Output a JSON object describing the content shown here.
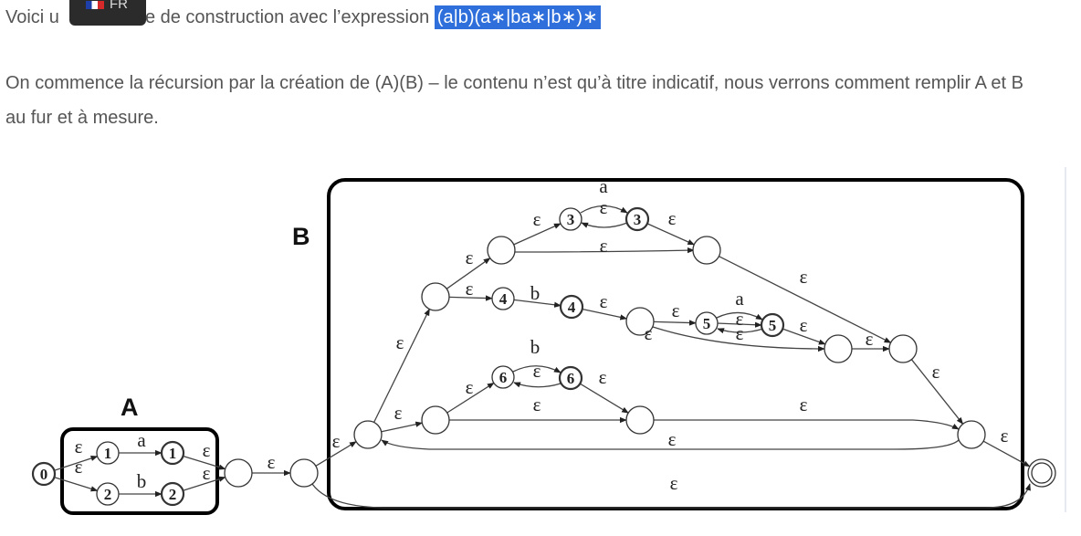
{
  "intro": {
    "before": "Voici u",
    "after": "e de construction avec l’expression ",
    "expression": "(a|b)(a∗|ba∗|b∗)∗"
  },
  "lang_badge": {
    "label": "FR",
    "flag_icon": "flag-france-icon"
  },
  "paragraph2": "On commence la récursion par la création de (A)(B) – le contenu n’est qu’à titre indicatif, nous verrons comment remplir A et B au fur et à mesure.",
  "diagram": {
    "box_labels": {
      "a": "A",
      "b": "B"
    },
    "epsilon": "ε",
    "states": [
      {
        "id": "s0",
        "label": "0",
        "bold": true
      },
      {
        "id": "A1a",
        "label": "1",
        "bold": false
      },
      {
        "id": "A1b",
        "label": "1",
        "bold": true
      },
      {
        "id": "A2a",
        "label": "2",
        "bold": false
      },
      {
        "id": "A2b",
        "label": "2",
        "bold": true
      },
      {
        "id": "J1",
        "label": ""
      },
      {
        "id": "J2",
        "label": ""
      },
      {
        "id": "Bs",
        "label": ""
      },
      {
        "id": "U",
        "label": ""
      },
      {
        "id": "V",
        "label": ""
      },
      {
        "id": "W",
        "label": ""
      },
      {
        "id": "S3a",
        "label": "3",
        "bold": false
      },
      {
        "id": "S3b",
        "label": "3",
        "bold": true
      },
      {
        "id": "X",
        "label": ""
      },
      {
        "id": "S4a",
        "label": "4",
        "bold": false
      },
      {
        "id": "S4b",
        "label": "4",
        "bold": true
      },
      {
        "id": "Y",
        "label": ""
      },
      {
        "id": "S5a",
        "label": "5",
        "bold": false
      },
      {
        "id": "S5b",
        "label": "5",
        "bold": true
      },
      {
        "id": "Z",
        "label": ""
      },
      {
        "id": "Q",
        "label": ""
      },
      {
        "id": "S6a",
        "label": "6",
        "bold": false
      },
      {
        "id": "S6b",
        "label": "6",
        "bold": true
      },
      {
        "id": "R",
        "label": ""
      },
      {
        "id": "Be",
        "label": ""
      },
      {
        "id": "F",
        "label": "",
        "final": true
      }
    ],
    "transitions": [
      {
        "from": "s0",
        "to": "A1a",
        "label": "ε"
      },
      {
        "from": "s0",
        "to": "A2a",
        "label": "ε"
      },
      {
        "from": "A1a",
        "to": "A1b",
        "label": "a"
      },
      {
        "from": "A2a",
        "to": "A2b",
        "label": "b"
      },
      {
        "from": "A1b",
        "to": "J1",
        "label": "ε"
      },
      {
        "from": "A2b",
        "to": "J1",
        "label": "ε"
      },
      {
        "from": "J1",
        "to": "J2",
        "label": "ε"
      },
      {
        "from": "J2",
        "to": "Bs",
        "label": "ε"
      },
      {
        "from": "J2",
        "to": "F",
        "label": "ε"
      },
      {
        "from": "Bs",
        "to": "U",
        "label": "ε"
      },
      {
        "from": "Bs",
        "to": "Q",
        "label": "ε"
      },
      {
        "from": "U",
        "to": "V",
        "label": "ε"
      },
      {
        "from": "U",
        "to": "S4a",
        "label": "ε"
      },
      {
        "from": "V",
        "to": "S3a",
        "label": "ε"
      },
      {
        "from": "V",
        "to": "X",
        "label": "ε"
      },
      {
        "from": "S3a",
        "to": "S3b",
        "label": "a"
      },
      {
        "from": "S3b",
        "to": "S3a",
        "label": "ε"
      },
      {
        "from": "S3b",
        "to": "X",
        "label": "ε"
      },
      {
        "from": "X",
        "to": "W",
        "label": "ε"
      },
      {
        "from": "S4a",
        "to": "S4b",
        "label": "b"
      },
      {
        "from": "S4b",
        "to": "Y",
        "label": "ε"
      },
      {
        "from": "Y",
        "to": "S5a",
        "label": "ε"
      },
      {
        "from": "Y",
        "to": "Z",
        "label": "ε"
      },
      {
        "from": "S5a",
        "to": "S5b",
        "label": "a"
      },
      {
        "from": "S5b",
        "to": "S5a",
        "label": "ε"
      },
      {
        "from": "S5a",
        "to": "S5b",
        "label": "ε"
      },
      {
        "from": "S5b",
        "to": "Z",
        "label": "ε"
      },
      {
        "from": "Z",
        "to": "W",
        "label": "ε"
      },
      {
        "from": "W",
        "to": "Be",
        "label": "ε"
      },
      {
        "from": "Q",
        "to": "S6a",
        "label": "ε"
      },
      {
        "from": "Q",
        "to": "R",
        "label": "ε"
      },
      {
        "from": "S6a",
        "to": "S6b",
        "label": "b"
      },
      {
        "from": "S6b",
        "to": "S6a",
        "label": "ε"
      },
      {
        "from": "S6b",
        "to": "R",
        "label": "ε"
      },
      {
        "from": "R",
        "to": "Be",
        "label": "ε"
      },
      {
        "from": "Be",
        "to": "Bs",
        "label": "ε"
      },
      {
        "from": "Be",
        "to": "F",
        "label": "ε"
      }
    ]
  }
}
